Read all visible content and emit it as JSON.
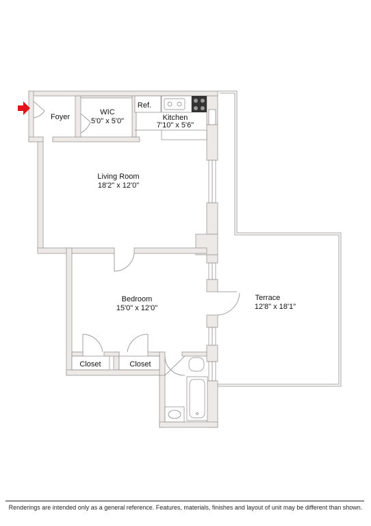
{
  "rooms": {
    "foyer": {
      "name": "Foyer"
    },
    "wic": {
      "name": "WIC",
      "size": "5'0\" x 5'0\""
    },
    "ref": {
      "name": "Ref."
    },
    "kitchen": {
      "name": "Kitchen",
      "size": "7'10\" x 5'6\""
    },
    "living": {
      "name": "Living Room",
      "size": "18'2\" x 12'0\""
    },
    "bedroom": {
      "name": "Bedroom",
      "size": "15'0\" x 12'0\""
    },
    "terrace": {
      "name": "Terrace",
      "size": "12'8\" x 18'1\""
    },
    "closet1": {
      "name": "Closet"
    },
    "closet2": {
      "name": "Closet"
    }
  },
  "entry_arrow_color": "#e0141b",
  "disclaimer": "Renderings are intended only as a general reference. Features, materials, finishes and layout of unit may be different than shown."
}
